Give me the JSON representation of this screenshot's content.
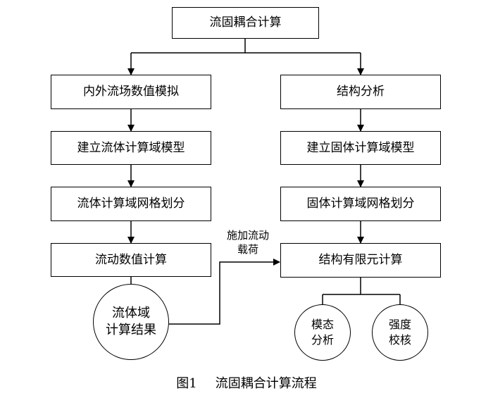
{
  "nodes": {
    "top": "流固耦合计算",
    "left1": "内外流场数值模拟",
    "left2": "建立流体计算域模型",
    "left3": "流体计算域网格划分",
    "left4": "流动数值计算",
    "left_result_line1": "流体域",
    "left_result_line2": "计算结果",
    "right1": "结构分析",
    "right2": "建立固体计算域模型",
    "right3": "固体计算域网格划分",
    "right4": "结构有限元计算",
    "modal_line1": "模态",
    "modal_line2": "分析",
    "strength_line1": "强度",
    "strength_line2": "校核"
  },
  "edge_label": {
    "line1": "施加流动",
    "line2": "载荷"
  },
  "caption": {
    "figure": "图1",
    "title": "流固耦合计算流程"
  }
}
